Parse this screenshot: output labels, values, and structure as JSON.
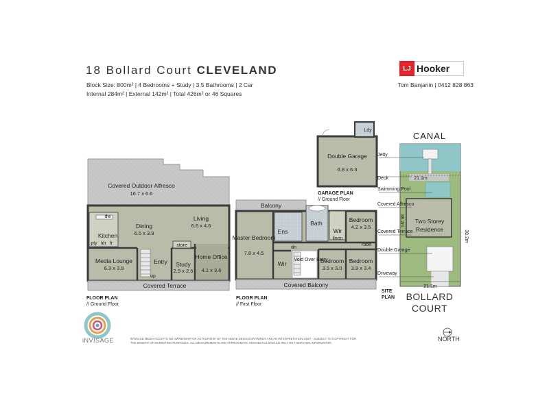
{
  "header": {
    "address": "18 Bollard Court",
    "suburb": "CLEVELAND",
    "specs_line1": "Block Size: 800m²   |  4 Bedrooms + Study    |  3.5 Bathrooms   |  2 Car",
    "specs_line2": "Internal 284m²  |  External 142m²   |  Total 426m² or 46 Squares",
    "agent": "Tom Banjanin  |  0412 828 863",
    "logo_lj": "LJ",
    "logo_brand": "Hooker"
  },
  "ground_floor": {
    "label_title": "FLOOR PLAN",
    "label_sub": "// Ground Floor",
    "rooms": [
      {
        "name": "Covered Outdoor Alfresco",
        "dims": "16.7 x 6.6"
      },
      {
        "name": "Dining",
        "dims": "6.5 x 3.9"
      },
      {
        "name": "Living",
        "dims": "6.6 x 4.6"
      },
      {
        "name": "Kitchen",
        "dims": ""
      },
      {
        "name": "Media Lounge",
        "dims": "6.3 x 3.9"
      },
      {
        "name": "Entry",
        "dims": ""
      },
      {
        "name": "Study",
        "dims": "2.9 x 2.5"
      },
      {
        "name": "Home Office",
        "dims": "4.1 x 3.6"
      },
      {
        "name": "Covered Terrace",
        "dims": ""
      }
    ],
    "small": {
      "dw": "dw",
      "pty": "pty",
      "ldr": "ldr",
      "fr": "fr",
      "store": "store",
      "up": "up"
    }
  },
  "first_floor": {
    "label_title": "FLOOR PLAN",
    "label_sub": "// First Floor",
    "rooms": [
      {
        "name": "Balcony",
        "dims": ""
      },
      {
        "name": "Master Bedroom",
        "dims": "7.8 x 4.5"
      },
      {
        "name": "Ens",
        "dims": ""
      },
      {
        "name": "Bath",
        "dims": ""
      },
      {
        "name": "Wir",
        "dims": ""
      },
      {
        "name": "Bedroom",
        "dims": "4.2 x 3.5"
      },
      {
        "name": "Wir",
        "dims": ""
      },
      {
        "name": "Void Over Entry",
        "dims": ""
      },
      {
        "name": "Bedroom",
        "dims": "3.5 x 3.0"
      },
      {
        "name": "Bedroom",
        "dims": "3.9 x 3.4"
      },
      {
        "name": "Covered Balcony",
        "dims": ""
      }
    ],
    "small": {
      "dn": "dn",
      "robe": "robe",
      "linen": "linen"
    }
  },
  "garage": {
    "label_title": "GARAGE PLAN",
    "label_sub": "// Ground Floor",
    "name": "Double Garage",
    "dims": "6.8 x 6.3",
    "ldy": "Ldy"
  },
  "site": {
    "label_title": "SITE",
    "label_sub": "PLAN",
    "canal": "CANAL",
    "street_line1": "BOLLARD",
    "street_line2": "COURT",
    "residence_line1": "Two Storey",
    "residence_line2": "Residence",
    "width_top": "21.1m",
    "width_bottom": "21.1m",
    "depth_right": "38.2m",
    "depth_inner": "38.2m",
    "callouts": [
      "Jetty",
      "Deck",
      "Swimming Pool",
      "Covered Alfresco",
      "Covered Terrace",
      "Double Garage",
      "Driveway"
    ]
  },
  "footer": {
    "brand": "iNVISAGE",
    "disclaimer": "INVISAGE MEDIA ACCEPTS NO OWNERSHIP OR AUTHORSHIP OF THE ABOVE DESIGN DRAWINGS ARE AN INTERPRETATION ONLY - SUBJECT TO COPYRIGHT FOR THE BENEFIT OF MARKETING PURPOSES. ALL MEASUREMENTS ARE APPROXIMATE. INDIVIDUALS SHOULD RELY ON THEIR OWN INFORMATION.",
    "north": "NORTH"
  },
  "colors": {
    "room_fill": "#b9bca8",
    "wet_fill": "#c9d1d6",
    "wall": "#3b3b3b",
    "water": "#8fc7c9",
    "grass": "#9dbb7e",
    "accent": "#e3232a"
  }
}
